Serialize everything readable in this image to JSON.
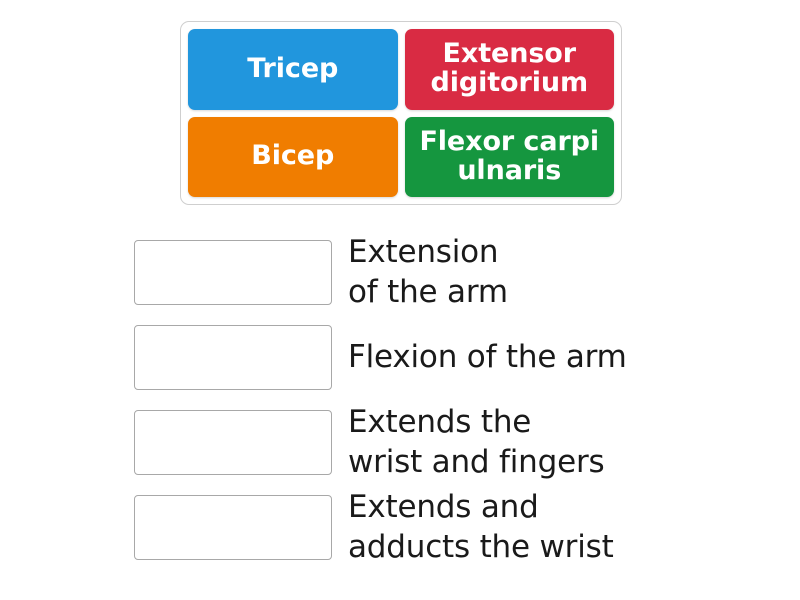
{
  "activity": {
    "type": "drag-and-drop-matching",
    "tile_bank": {
      "tiles": [
        {
          "label": "Tricep",
          "color": "#2196dd",
          "name": "tile-tricep"
        },
        {
          "label": "Extensor digitorium",
          "color": "#d92b43",
          "name": "tile-extensor-digitorium"
        },
        {
          "label": "Bicep",
          "color": "#f07d00",
          "name": "tile-bicep"
        },
        {
          "label": "Flexor carpi ulnaris",
          "color": "#15963f",
          "name": "tile-flexor-carpi-ulnaris"
        }
      ]
    },
    "answers": [
      {
        "text": "Extension\nof the arm",
        "lines": 2,
        "name": "answer-extension-of-the-arm"
      },
      {
        "text": "Flexion of the arm",
        "lines": 1,
        "name": "answer-flexion-of-the-arm"
      },
      {
        "text": "Extends the\nwrist and fingers",
        "lines": 2,
        "name": "answer-extends-wrist-and-fingers"
      },
      {
        "text": "Extends and\nadducts the wrist",
        "lines": 2,
        "name": "answer-extends-and-adducts-wrist"
      }
    ],
    "drop_zone_placeholder": ""
  },
  "colors": {
    "tile_blue": "#2196dd",
    "tile_red": "#d92b43",
    "tile_orange": "#f07d00",
    "tile_green": "#15963f",
    "card_border": "#cfcfcf",
    "drop_zone_border": "#a8a8a8",
    "text": "#1a1a1a",
    "background": "#ffffff"
  }
}
